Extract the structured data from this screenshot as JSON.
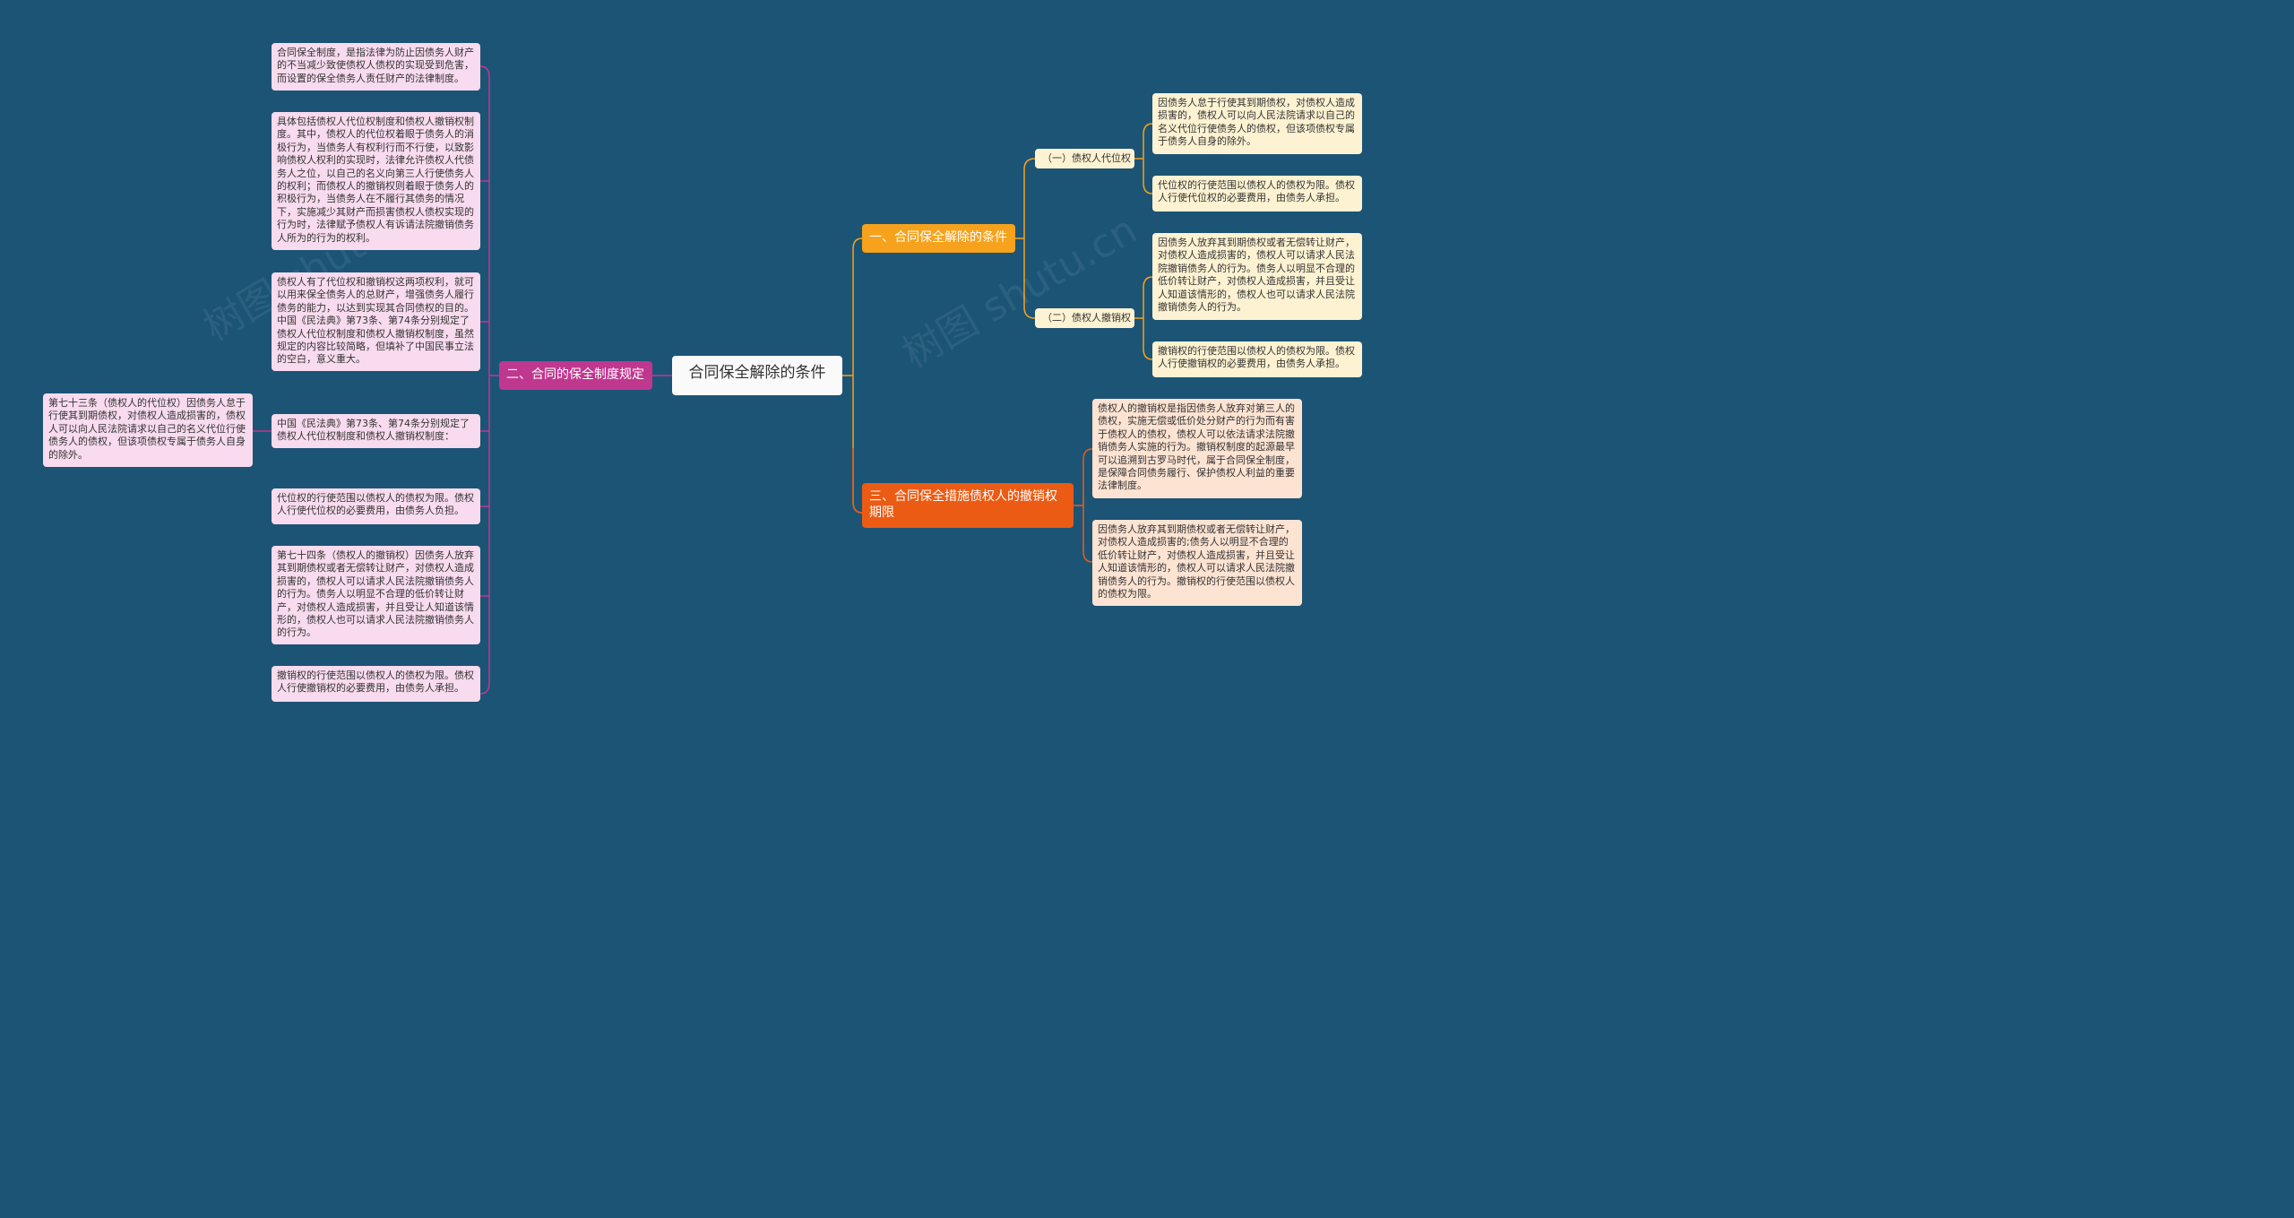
{
  "root": {
    "label": "合同保全解除的条件"
  },
  "branches": {
    "left": {
      "label": "二、合同的保全制度规定",
      "leaves": [
        "合同保全制度，是指法律为防止因债务人财产的不当减少致使债权人债权的实现受到危害，而设置的保全债务人责任财产的法律制度。",
        "具体包括债权人代位权制度和债权人撤销权制度。其中，债权人的代位权着眼于债务人的消极行为，当债务人有权利行而不行使，以致影响债权人权利的实现时，法律允许债权人代债务人之位，以自己的名义向第三人行使债务人的权利；而债权人的撤销权则着眼于债务人的积极行为，当债务人在不履行其债务的情况下，实施减少其财产而损害债权人债权实现的行为时，法律赋予债权人有诉请法院撤销债务人所为的行为的权利。",
        "债权人有了代位权和撤销权这两项权利，就可以用来保全债务人的总财产，增强债务人履行债务的能力，以达到实现其合同债权的目的。中国《民法典》第73条、第74条分别规定了债权人代位权制度和债权人撤销权制度，虽然规定的内容比较简略，但填补了中国民事立法的空白，意义重大。",
        "中国《民法典》第73条、第74条分别规定了债权人代位权制度和债权人撤销权制度：",
        "代位权的行使范围以债权人的债权为限。债权人行使代位权的必要费用，由债务人负担。",
        "第七十四条（债权人的撤销权）因债务人放弃其到期债权或者无偿转让财产，对债权人造成损害的，债权人可以请求人民法院撤销债务人的行为。债务人以明显不合理的低价转让财产，对债权人造成损害，并且受让人知道该情形的，债权人也可以请求人民法院撤销债务人的行为。",
        "撤销权的行使范围以债权人的债权为限。债权人行使撤销权的必要费用，由债务人承担。"
      ],
      "far_leaf": "第七十三条（债权人的代位权）因债务人怠于行使其到期债权，对债权人造成损害的，债权人可以向人民法院请求以自己的名义代位行使债务人的债权，但该项债权专属于债务人自身的除外。"
    },
    "right1": {
      "label": "一、合同保全解除的条件",
      "subs": [
        {
          "label": "（一）债权人代位权",
          "leaves": [
            "因债务人怠于行使其到期债权，对债权人造成损害的，债权人可以向人民法院请求以自己的名义代位行使债务人的债权，但该项债权专属于债务人自身的除外。",
            "代位权的行使范围以债权人的债权为限。债权人行使代位权的必要费用，由债务人承担。"
          ]
        },
        {
          "label": "（二）债权人撤销权",
          "leaves": [
            "因债务人放弃其到期债权或者无偿转让财产，对债权人造成损害的，债权人可以请求人民法院撤销债务人的行为。债务人以明显不合理的低价转让财产，对债权人造成损害，并且受让人知道该情形的，债权人也可以请求人民法院撤销债务人的行为。",
            "撤销权的行使范围以债权人的债权为限。债权人行使撤销权的必要费用，由债务人承担。"
          ]
        }
      ]
    },
    "right2": {
      "label": "三、合同保全措施债权人的撤销权期限",
      "leaves": [
        "债权人的撤销权是指因债务人放弃对第三人的债权，实施无偿或低价处分财产的行为而有害于债权人的债权，债权人可以依法请求法院撤销债务人实施的行为。撤销权制度的起源最早可以追溯到古罗马时代，属于合同保全制度，是保障合同债务履行、保护债权人利益的重要法律制度。",
        "因债务人放弃其到期债权或者无偿转让财产，对债权人造成损害的;债务人以明显不合理的低价转让财产，对债权人造成损害，并且受让人知道该情形的，债权人可以请求人民法院撤销债务人的行为。撤销权的行使范围以债权人的债权为限。"
      ]
    }
  },
  "watermark": "树图 shutu.cn",
  "colors": {
    "background": "#1c5476",
    "left_line": "#c0378f",
    "right1_line": "#f6a21c",
    "right2_line": "#ec5b14"
  }
}
